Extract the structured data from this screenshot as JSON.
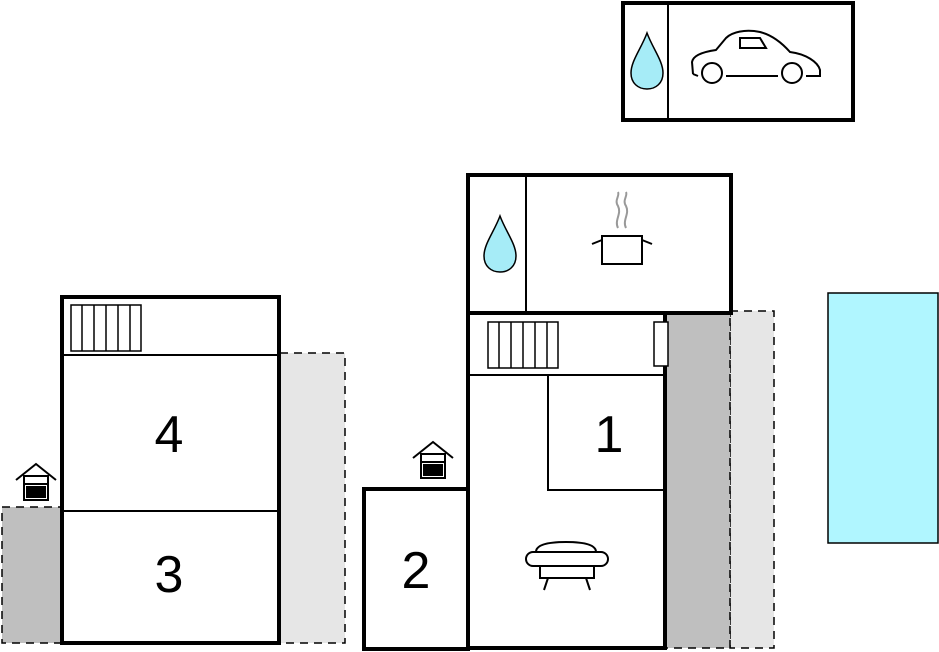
{
  "rooms": {
    "bedroom_1": "1",
    "bedroom_2": "2",
    "bedroom_3": "3",
    "bedroom_4": "4"
  },
  "icons": {
    "water": "water-drop-icon",
    "car": "car-icon",
    "cooking": "cooking-pot-icon",
    "stairs": "stairs-icon",
    "sofa": "sofa-icon",
    "fireplace": "fireplace-icon",
    "radiator": "radiator-icon"
  },
  "colors": {
    "water_fill": "#a6ecf7",
    "pool_fill": "#b0f6ff",
    "terrace_light": "#e6e6e6",
    "terrace_dark": "#bfbfbf",
    "wall": "#000000"
  }
}
